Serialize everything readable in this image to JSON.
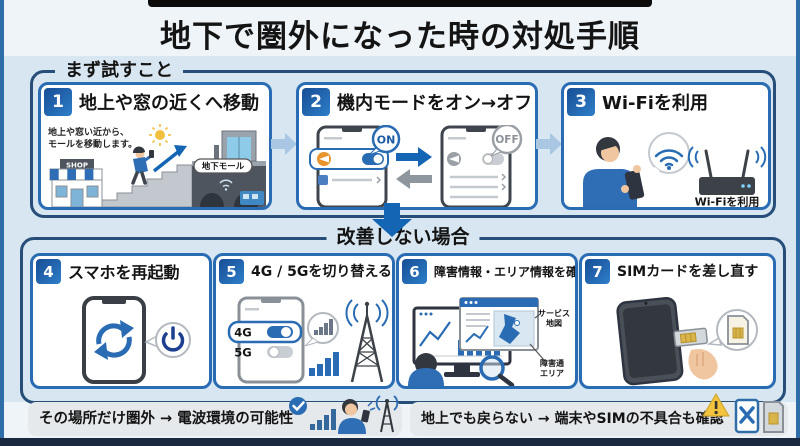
{
  "title": "地下で圏外になった時の対処手順",
  "colors": {
    "accent_blue": "#2a6cb3",
    "deep_blue": "#1565b5",
    "navy_border": "#274e79",
    "band_blue": "#d7e6f1",
    "light_arrow": "#a9c6e3",
    "note_bg": "#e6e9ec",
    "badge_gradient": "#174e95",
    "sun_yellow": "#f2c040",
    "warning_yellow": "#f2c33c",
    "sim_gold": "#d9b44a",
    "toggle_off_gray": "#c9ced4",
    "airplane_orange": "#e8942c"
  },
  "group_first": {
    "label": "まず試すこと",
    "steps": [
      {
        "num": "1",
        "title": "地上や窓の近くへ移動",
        "caption_line1": "地上や窓い近から、",
        "caption_line2": "モールを移動します。",
        "shop_sign": "SHOP",
        "underground_label": "地下モール"
      },
      {
        "num": "2",
        "title": "機内モードをオン→オフ",
        "on_label": "ON",
        "off_label": "OFF"
      },
      {
        "num": "3",
        "title": "Wi-Fiを利用",
        "caption": "Wi-Fiを利用"
      }
    ]
  },
  "group_second": {
    "label": "改善しない場合",
    "steps": [
      {
        "num": "4",
        "title": "スマホを再起動"
      },
      {
        "num": "5",
        "title": "4G / 5Gを切り替える",
        "toggle_4g": "4G",
        "toggle_5g": "5G"
      },
      {
        "num": "6",
        "title": "障害情報・エリア情報を確認",
        "map_label_line1": "サービス",
        "map_label_line2": "地図",
        "area_label_line1": "障害通",
        "area_label_line2": "エリア"
      },
      {
        "num": "7",
        "title": "SIMカードを差し直す"
      }
    ]
  },
  "notes": {
    "left": "その場所だけ圏外 → 電波環境の可能性",
    "right": "地上でも戻らない → 端末やSIMの不具合も確認"
  },
  "icons": {
    "step1": [
      "sun-icon",
      "shop-icon",
      "stairs-icon",
      "person-walking-icon",
      "move-up-arrow-icon",
      "elevator-icon",
      "underground-mall-icon"
    ],
    "step2": [
      "phone-airplane-on-icon",
      "phone-airplane-off-icon",
      "on-bubble",
      "off-bubble",
      "blue-right-arrow-icon",
      "gray-left-arrow-icon"
    ],
    "step3": [
      "person-with-phone-icon",
      "wifi-bubble-icon",
      "router-icon"
    ],
    "step4": [
      "restart-phone-icon",
      "power-button-bubble-icon"
    ],
    "step5": [
      "phone-4g-5g-toggle-icon",
      "signal-bubble-icon",
      "signal-bars-icon",
      "radio-tower-icon"
    ],
    "step6": [
      "monitor-charts-icon",
      "browser-map-window-icon",
      "person-back-icon",
      "magnifier-icon"
    ],
    "step7": [
      "phone-sim-tray-icon",
      "hand-icon",
      "sim-bubble-icon"
    ],
    "note_left": [
      "check-badge-icon",
      "signal-bars-icon",
      "person-with-phone-icon",
      "radio-tower-icon"
    ],
    "note_right": [
      "warning-triangle-icon",
      "phone-x-icon",
      "sim-card-icon"
    ]
  }
}
